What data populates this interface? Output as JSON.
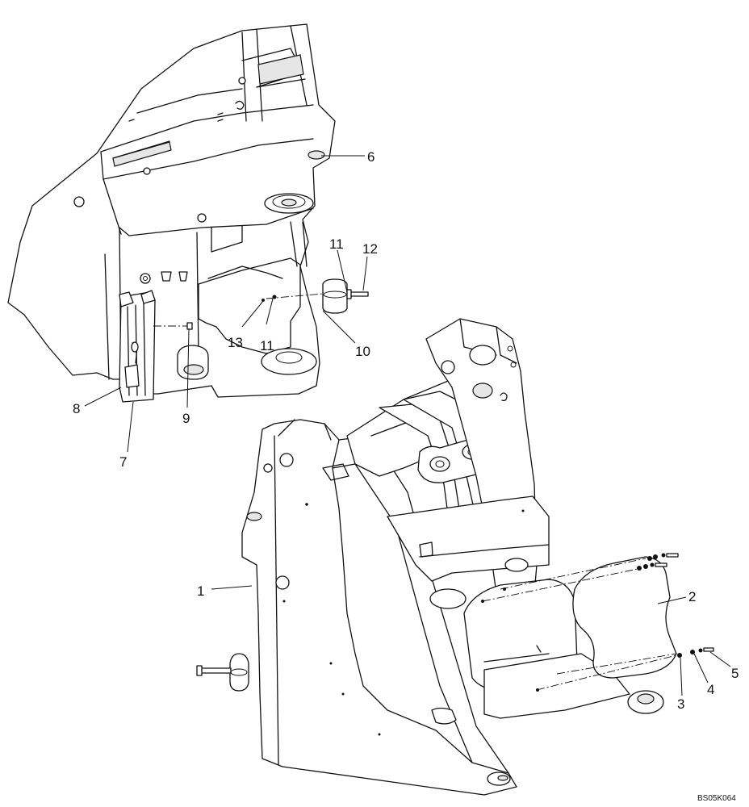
{
  "diagram": {
    "drawing_code": "BS05K064",
    "callouts": [
      {
        "id": "c1",
        "label": "1"
      },
      {
        "id": "c2",
        "label": "2"
      },
      {
        "id": "c3",
        "label": "3"
      },
      {
        "id": "c4",
        "label": "4"
      },
      {
        "id": "c5",
        "label": "5"
      },
      {
        "id": "c6",
        "label": "6"
      },
      {
        "id": "c7",
        "label": "7"
      },
      {
        "id": "c8",
        "label": "8"
      },
      {
        "id": "c9",
        "label": "9"
      },
      {
        "id": "c10",
        "label": "10"
      },
      {
        "id": "c11a",
        "label": "11"
      },
      {
        "id": "c11b",
        "label": "11"
      },
      {
        "id": "c12",
        "label": "12"
      },
      {
        "id": "c13",
        "label": "13"
      }
    ]
  }
}
